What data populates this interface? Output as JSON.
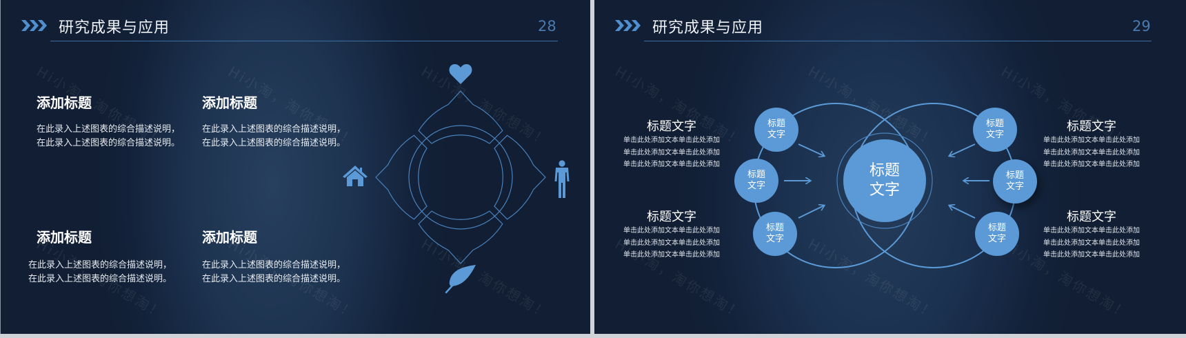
{
  "slides": [
    {
      "page_number": "28",
      "title": "研究成果与应用",
      "watermark": "Hi小淘，淘你想淘！",
      "blocks": [
        {
          "heading": "添加标题",
          "lines": [
            "在此录入上述图表的综合描述说明，",
            "在此录入上述图表的综合描述说明。"
          ]
        },
        {
          "heading": "添加标题",
          "lines": [
            "在此录入上述图表的综合描述说明，",
            "在此录入上述图表的综合描述说明。"
          ]
        },
        {
          "heading": "添加标题",
          "lines": [
            "在此录入上述图表的综合描述说明，",
            "在此录入上述图表的综合描述说明。"
          ]
        },
        {
          "heading": "添加标题",
          "lines": [
            "在此录入上述图表的综合描述说明，",
            "在此录入上述图表的综合描述说明。"
          ]
        }
      ],
      "ring_icons": {
        "top": "heart-icon",
        "left": "home-icon",
        "right": "person-icon",
        "bottom": "leaf-icon"
      }
    },
    {
      "page_number": "29",
      "title": "研究成果与应用",
      "watermark": "Hi小淘，淘你想淘！",
      "center_node": "标题文字",
      "center_node_lines": [
        "标题",
        "文字"
      ],
      "satellite_nodes": [
        {
          "position": "left-top",
          "lines": [
            "标题",
            "文字"
          ]
        },
        {
          "position": "left-middle",
          "lines": [
            "标题",
            "文字"
          ]
        },
        {
          "position": "left-bottom",
          "lines": [
            "标题",
            "文字"
          ]
        },
        {
          "position": "right-top",
          "lines": [
            "标题",
            "文字"
          ]
        },
        {
          "position": "right-middle",
          "lines": [
            "标题",
            "文字"
          ]
        },
        {
          "position": "right-bottom",
          "lines": [
            "标题",
            "文字"
          ]
        }
      ],
      "text_blocks": [
        {
          "heading": "标题文字",
          "lines": [
            "单击此处添加文本单击此处添加",
            "单击此处添加文本单击此处添加",
            "单击此处添加文本单击此处添加"
          ]
        },
        {
          "heading": "标题文字",
          "lines": [
            "单击此处添加文本单击此处添加",
            "单击此处添加文本单击此处添加",
            "单击此处添加文本单击此处添加"
          ]
        },
        {
          "heading": "标题文字",
          "lines": [
            "单击此处添加文本单击此处添加",
            "单击此处添加文本单击此处添加",
            "单击此处添加文本单击此处添加"
          ]
        },
        {
          "heading": "标题文字",
          "lines": [
            "单击此处添加文本单击此处添加",
            "单击此处添加文本单击此处添加",
            "单击此处添加文本单击此处添加"
          ]
        }
      ]
    }
  ],
  "colors": {
    "background_dark": "#111e33",
    "background_glow": "#27405e",
    "accent_blue": "#5b9ad6",
    "line_blue": "#4a82bd",
    "page_number": "#4a7bb0",
    "text": "#ffffff"
  }
}
